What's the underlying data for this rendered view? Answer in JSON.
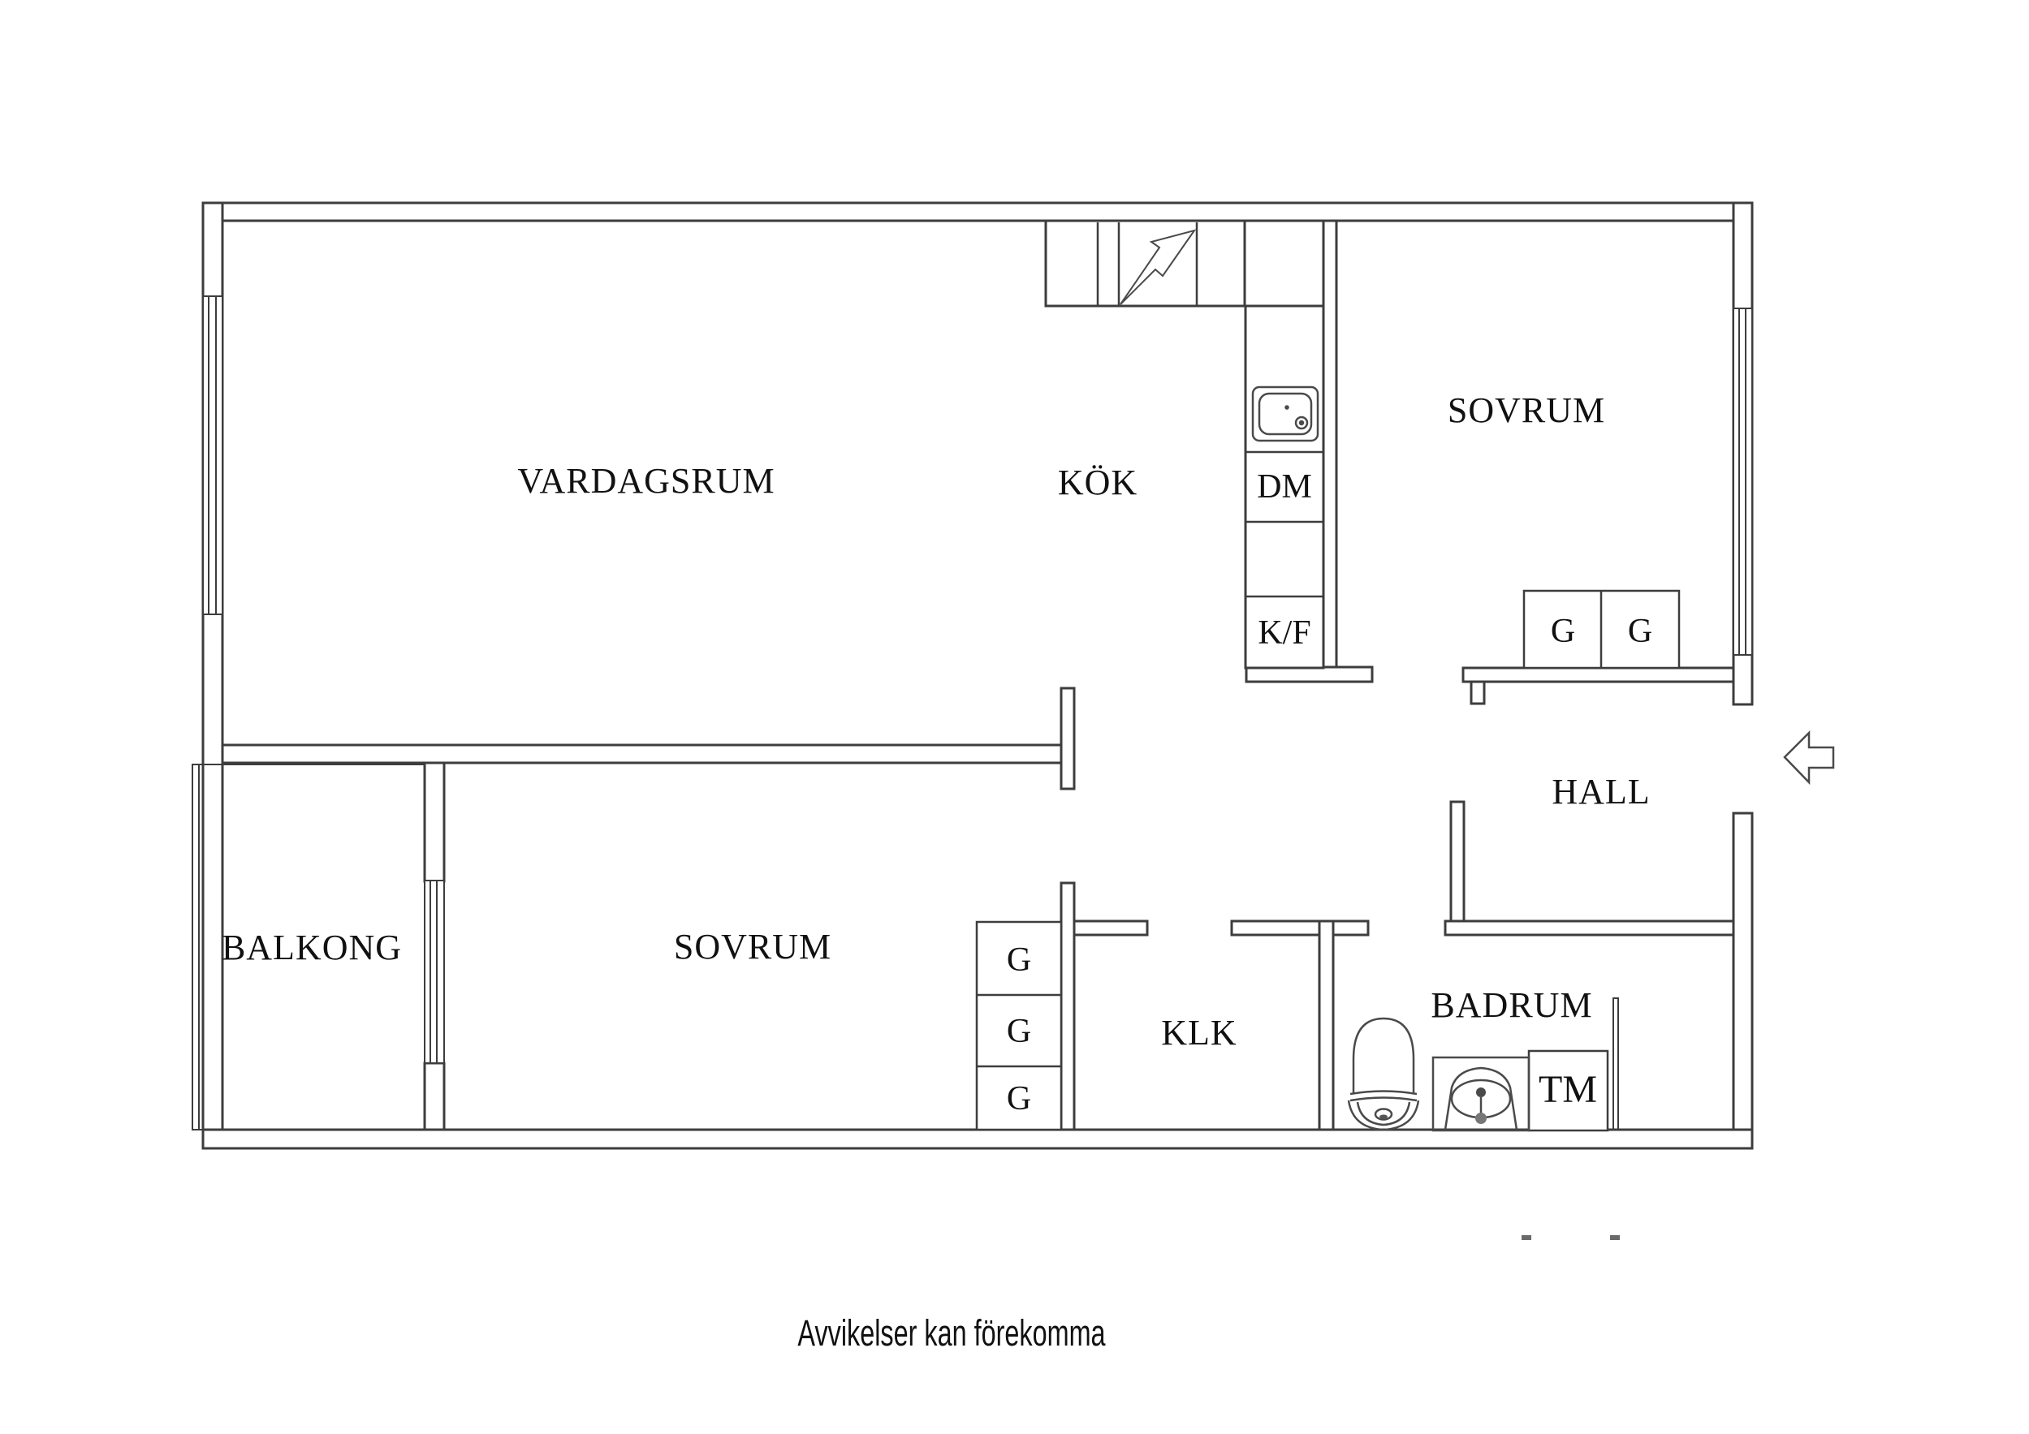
{
  "plan": {
    "rooms": {
      "vardagsrum": {
        "label": "VARDAGSRUM"
      },
      "kok": {
        "label": "KÖK"
      },
      "sovrum_top": {
        "label": "SOVRUM"
      },
      "hall": {
        "label": "HALL"
      },
      "balkong": {
        "label": "BALKONG"
      },
      "sovrum_bottom": {
        "label": "SOVRUM"
      },
      "klk": {
        "label": "KLK"
      },
      "badrum": {
        "label": "BADRUM"
      }
    },
    "fixtures": {
      "dishwasher": "DM",
      "fridge_freezer": "K/F",
      "washing_machine": "TM"
    },
    "wardrobes": {
      "sovrum_top": [
        "G",
        "G"
      ],
      "sovrum_bottom": [
        "G",
        "G",
        "G"
      ]
    }
  },
  "caption": "Avvikelser kan förekomma",
  "colors": {
    "wall": "#3d3d3d",
    "fixture": "#4a4a4a",
    "background": "#ffffff",
    "text": "#111111"
  }
}
